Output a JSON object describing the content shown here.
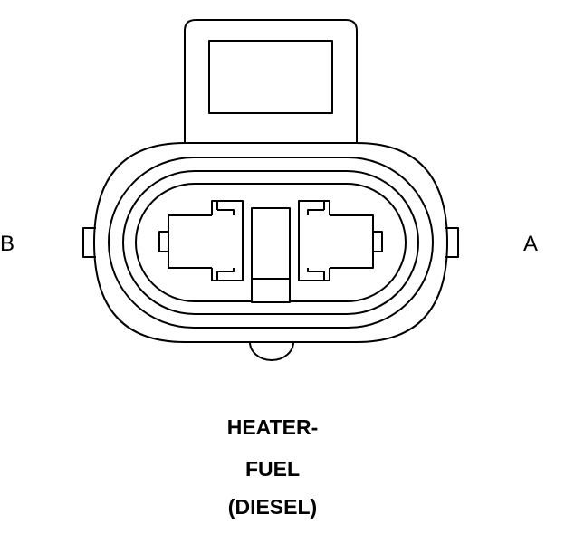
{
  "connector": {
    "pin_left_label": "B",
    "pin_right_label": "A",
    "caption_lines": [
      "HEATER-",
      "FUEL",
      "(DIESEL)"
    ]
  }
}
